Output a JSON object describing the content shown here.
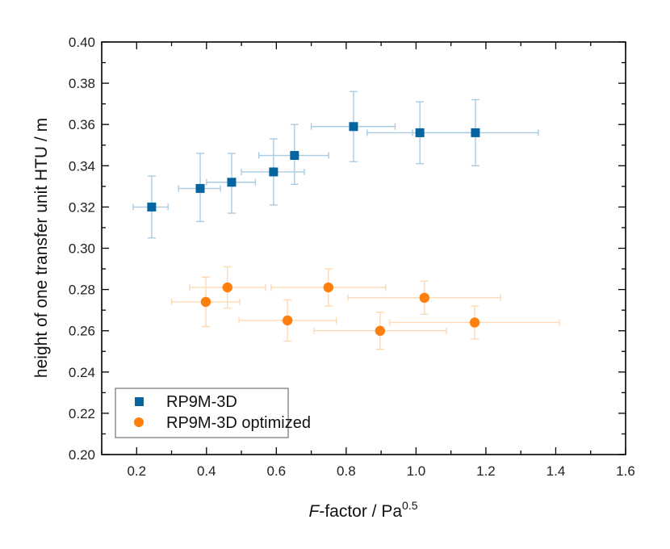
{
  "chart_data": {
    "type": "scatter",
    "title": "",
    "xlabel_italic": "F",
    "xlabel_rest": "-factor / Pa",
    "xlabel_sup": "0.5",
    "ylabel": "height of one transfer unit HTU / m",
    "xlim": [
      0.1,
      1.6
    ],
    "ylim": [
      0.2,
      0.4
    ],
    "xticks": [
      "0.2",
      "0.4",
      "0.6",
      "0.8",
      "1.0",
      "1.2",
      "1.4",
      "1.6"
    ],
    "yticks": [
      "0.20",
      "0.22",
      "0.24",
      "0.26",
      "0.28",
      "0.30",
      "0.32",
      "0.34",
      "0.36",
      "0.38",
      "0.40"
    ],
    "grid": false,
    "legend_position": "lower left",
    "series": [
      {
        "name": "RP9M-3D",
        "marker": "square",
        "color": "#0565A0",
        "errorbar_color": "#A9CCE3",
        "points": [
          {
            "x": 0.243,
            "y": 0.32,
            "xerr": [
              0.19,
              0.29
            ],
            "yerr": [
              0.305,
              0.335
            ]
          },
          {
            "x": 0.382,
            "y": 0.329,
            "xerr": [
              0.32,
              0.44
            ],
            "yerr": [
              0.313,
              0.346
            ]
          },
          {
            "x": 0.472,
            "y": 0.332,
            "xerr": [
              0.4,
              0.54
            ],
            "yerr": [
              0.317,
              0.346
            ]
          },
          {
            "x": 0.592,
            "y": 0.337,
            "xerr": [
              0.5,
              0.68
            ],
            "yerr": [
              0.321,
              0.353
            ]
          },
          {
            "x": 0.652,
            "y": 0.345,
            "xerr": [
              0.55,
              0.75
            ],
            "yerr": [
              0.331,
              0.36
            ]
          },
          {
            "x": 0.821,
            "y": 0.359,
            "xerr": [
              0.7,
              0.94
            ],
            "yerr": [
              0.342,
              0.376
            ]
          },
          {
            "x": 1.011,
            "y": 0.356,
            "xerr": [
              0.86,
              1.16
            ],
            "yerr": [
              0.341,
              0.371
            ]
          },
          {
            "x": 1.17,
            "y": 0.356,
            "xerr": [
              0.99,
              1.35
            ],
            "yerr": [
              0.34,
              0.372
            ]
          }
        ]
      },
      {
        "name": "RP9M-3D optimized",
        "marker": "circle",
        "color": "#FF7F0E",
        "errorbar_color": "#FDD9B5",
        "points": [
          {
            "x": 0.398,
            "y": 0.274,
            "xerr": [
              0.3,
              0.495
            ],
            "yerr": [
              0.262,
              0.286
            ]
          },
          {
            "x": 0.46,
            "y": 0.281,
            "xerr": [
              0.352,
              0.569
            ],
            "yerr": [
              0.271,
              0.291
            ]
          },
          {
            "x": 0.632,
            "y": 0.265,
            "xerr": [
              0.493,
              0.772
            ],
            "yerr": [
              0.255,
              0.275
            ]
          },
          {
            "x": 0.749,
            "y": 0.281,
            "xerr": [
              0.585,
              0.913
            ],
            "yerr": [
              0.272,
              0.29
            ]
          },
          {
            "x": 0.897,
            "y": 0.26,
            "xerr": [
              0.708,
              1.087
            ],
            "yerr": [
              0.251,
              0.269
            ]
          },
          {
            "x": 1.024,
            "y": 0.276,
            "xerr": [
              0.805,
              1.242
            ],
            "yerr": [
              0.268,
              0.284
            ]
          },
          {
            "x": 1.168,
            "y": 0.264,
            "xerr": [
              0.925,
              1.41
            ],
            "yerr": [
              0.256,
              0.272
            ]
          }
        ]
      }
    ]
  }
}
